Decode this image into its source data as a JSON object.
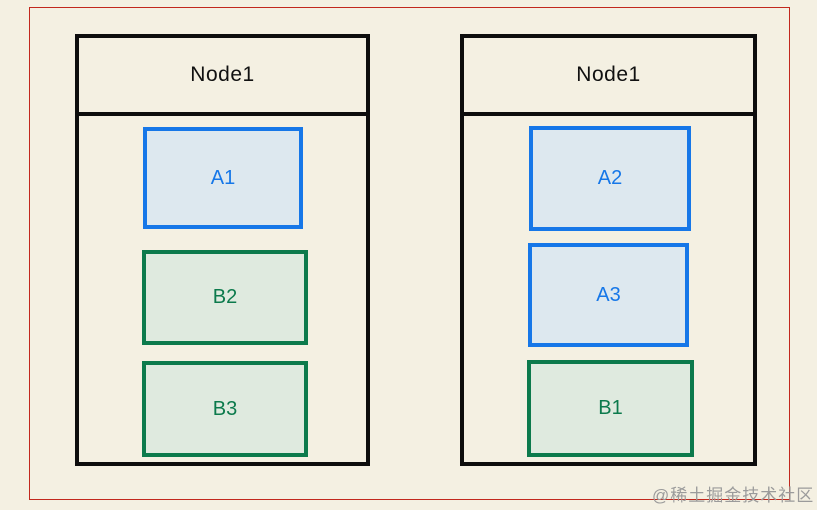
{
  "diagram": {
    "watermark": "@稀土掘金技术社区"
  },
  "colors": {
    "background": "#f4f0e2",
    "frame": "#c2281d",
    "container_border": "#0d0d0d",
    "title_text": "#111111",
    "blue": "#1677e8",
    "blue_fill": "#dde8ef",
    "green": "#0c7a4c",
    "green_fill": "#dfeadf",
    "watermark_text": "#9b9b9b"
  },
  "nodes": [
    {
      "title": "Node1",
      "items": [
        {
          "label": "A1",
          "type": "blue"
        },
        {
          "label": "B2",
          "type": "green"
        },
        {
          "label": "B3",
          "type": "green"
        }
      ]
    },
    {
      "title": "Node1",
      "items": [
        {
          "label": "A2",
          "type": "blue"
        },
        {
          "label": "A3",
          "type": "blue"
        },
        {
          "label": "B1",
          "type": "green"
        }
      ]
    }
  ]
}
